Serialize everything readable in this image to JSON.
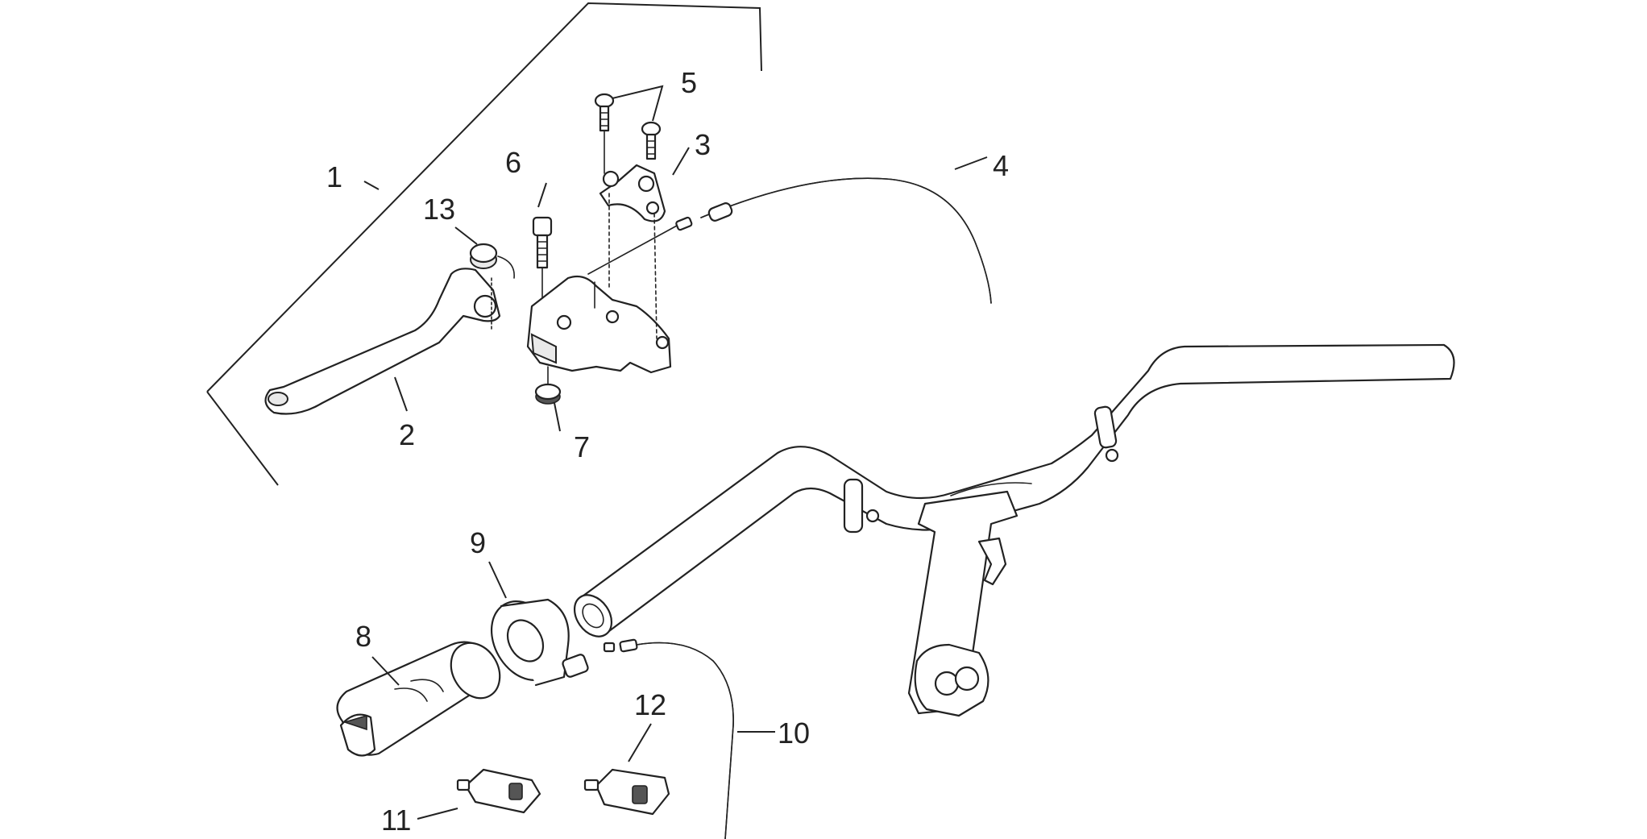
{
  "callouts": [
    {
      "id": "1",
      "label": "1"
    },
    {
      "id": "2",
      "label": "2"
    },
    {
      "id": "3",
      "label": "3"
    },
    {
      "id": "4",
      "label": "4"
    },
    {
      "id": "5",
      "label": "5"
    },
    {
      "id": "6",
      "label": "6"
    },
    {
      "id": "7",
      "label": "7"
    },
    {
      "id": "8",
      "label": "8"
    },
    {
      "id": "9",
      "label": "9"
    },
    {
      "id": "10",
      "label": "10"
    },
    {
      "id": "11",
      "label": "11"
    },
    {
      "id": "12",
      "label": "12"
    },
    {
      "id": "13",
      "label": "13"
    }
  ],
  "colors": {
    "line": "#222222",
    "background": "#ffffff",
    "fill_light": "#e9e9e9"
  }
}
